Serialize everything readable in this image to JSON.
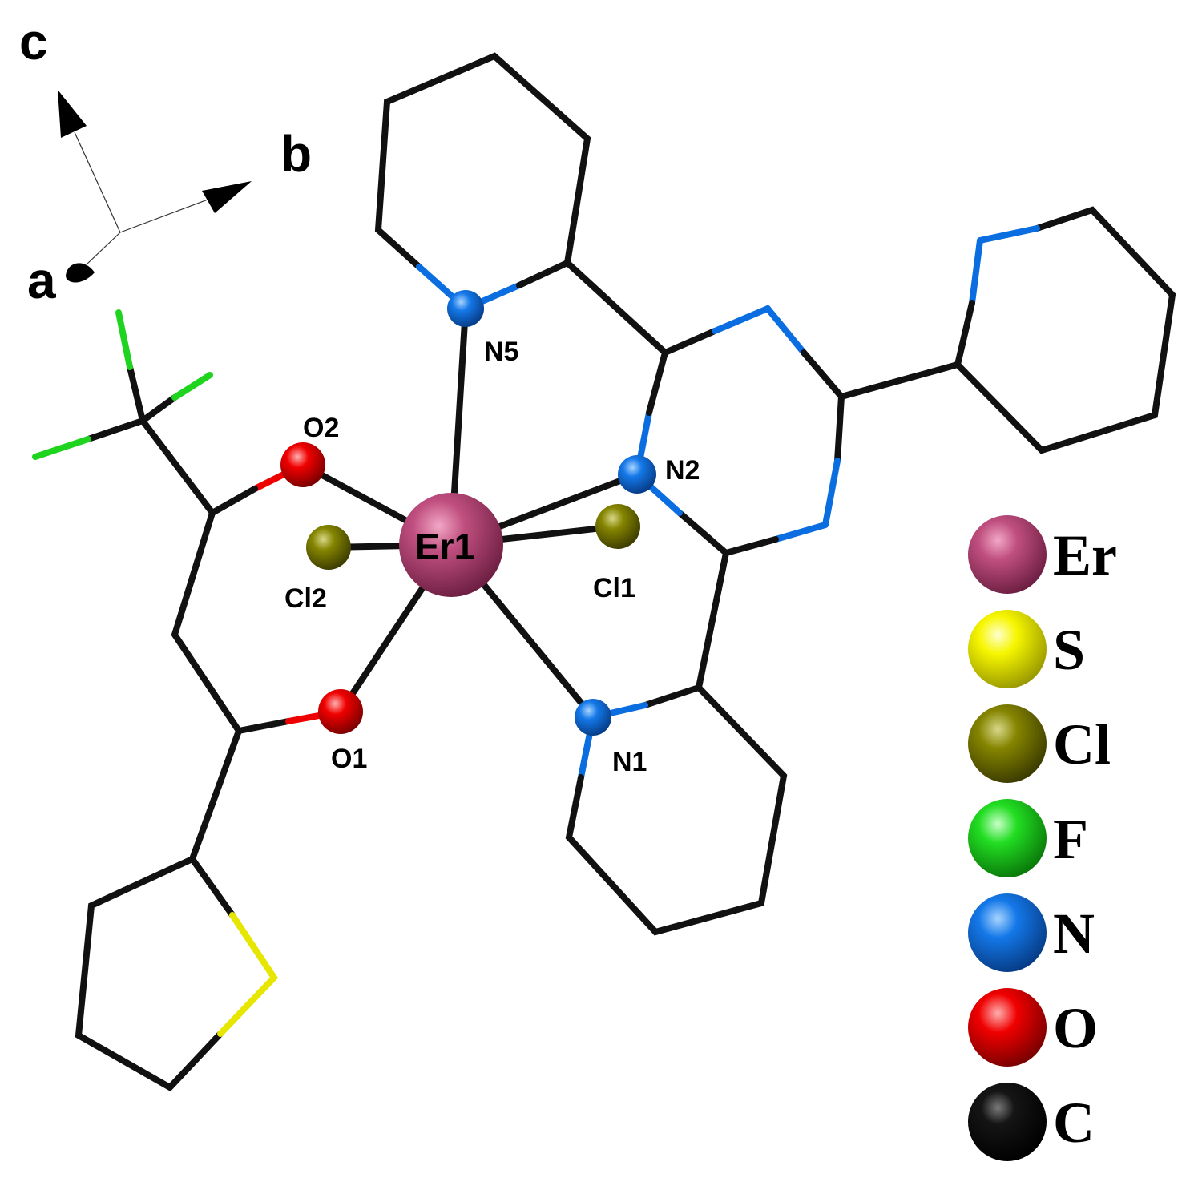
{
  "axes": {
    "c": "c",
    "b": "b",
    "a": "a"
  },
  "atoms": {
    "er1": "Er1",
    "n5": "N5",
    "n2": "N2",
    "n1": "N1",
    "o1": "O1",
    "o2": "O2",
    "cl1": "Cl1",
    "cl2": "Cl2"
  },
  "legend": [
    {
      "symbol": "Er",
      "color": "#b0406e"
    },
    {
      "symbol": "S",
      "color": "#f2f200"
    },
    {
      "symbol": "Cl",
      "color": "#7a7a00"
    },
    {
      "symbol": "F",
      "color": "#1ed41e"
    },
    {
      "symbol": "N",
      "color": "#0a6ee0"
    },
    {
      "symbol": "O",
      "color": "#ee0000"
    },
    {
      "symbol": "C",
      "color": "#111111"
    }
  ],
  "colors": {
    "carbon_bond": "#111111",
    "nitrogen_bond": "#0a6ee0",
    "sulfur_bond": "#e6e600",
    "fluorine_bond": "#1ed41e",
    "oxygen_bond": "#ee0000"
  }
}
